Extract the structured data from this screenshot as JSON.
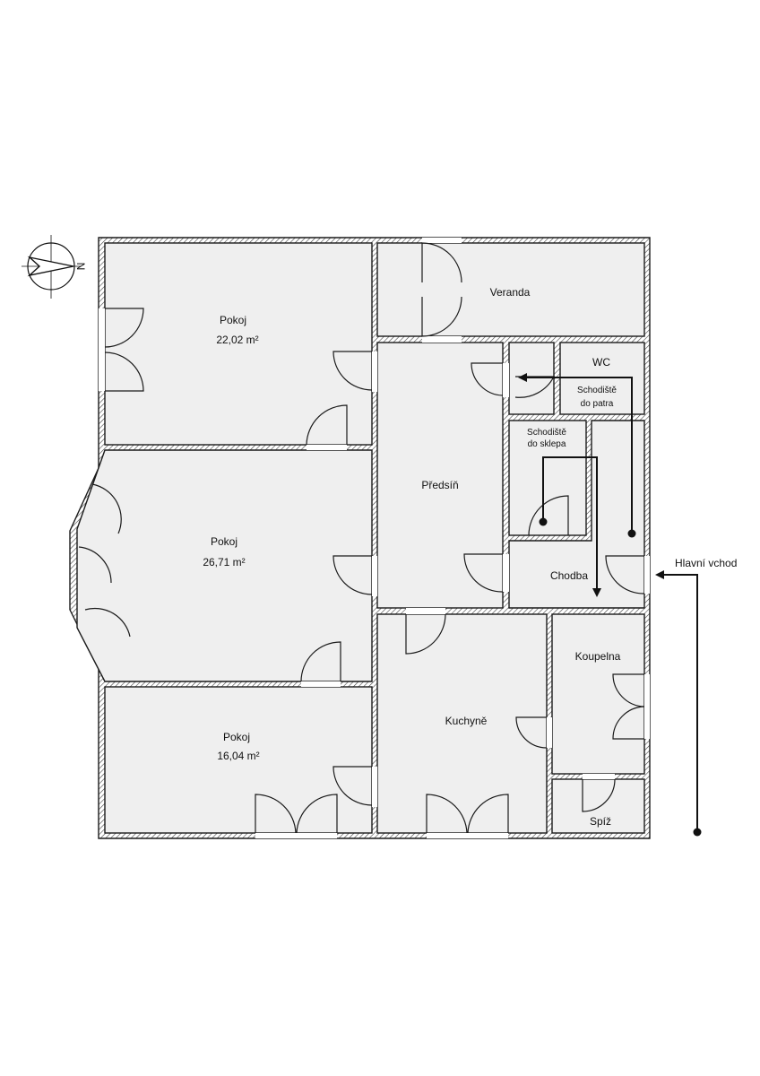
{
  "compass": {
    "label": "N",
    "icon": "north-arrow-icon"
  },
  "rooms": {
    "pokoj_top": {
      "name": "Pokoj",
      "area": "22,02 m²"
    },
    "pokoj_mid": {
      "name": "Pokoj",
      "area": "26,71 m²"
    },
    "pokoj_bottom": {
      "name": "Pokoj",
      "area": "16,04 m²"
    },
    "veranda": {
      "name": "Veranda"
    },
    "predsin": {
      "name": "Předsíň"
    },
    "wc": {
      "name": "WC"
    },
    "schodiste_patro": {
      "line1": "Schodiště",
      "line2": "do patra"
    },
    "schodiste_sklep": {
      "line1": "Schodiště",
      "line2": "do sklepa"
    },
    "chodba": {
      "name": "Chodba"
    },
    "koupelna": {
      "name": "Koupelna"
    },
    "kuchyne": {
      "name": "Kuchyně"
    },
    "spiz": {
      "name": "Spíž"
    }
  },
  "entrance": {
    "label": "Hlavní vchod"
  },
  "colors": {
    "room_fill": "#efefef",
    "wall_stroke": "#1a1a1a",
    "route": "#111111"
  }
}
